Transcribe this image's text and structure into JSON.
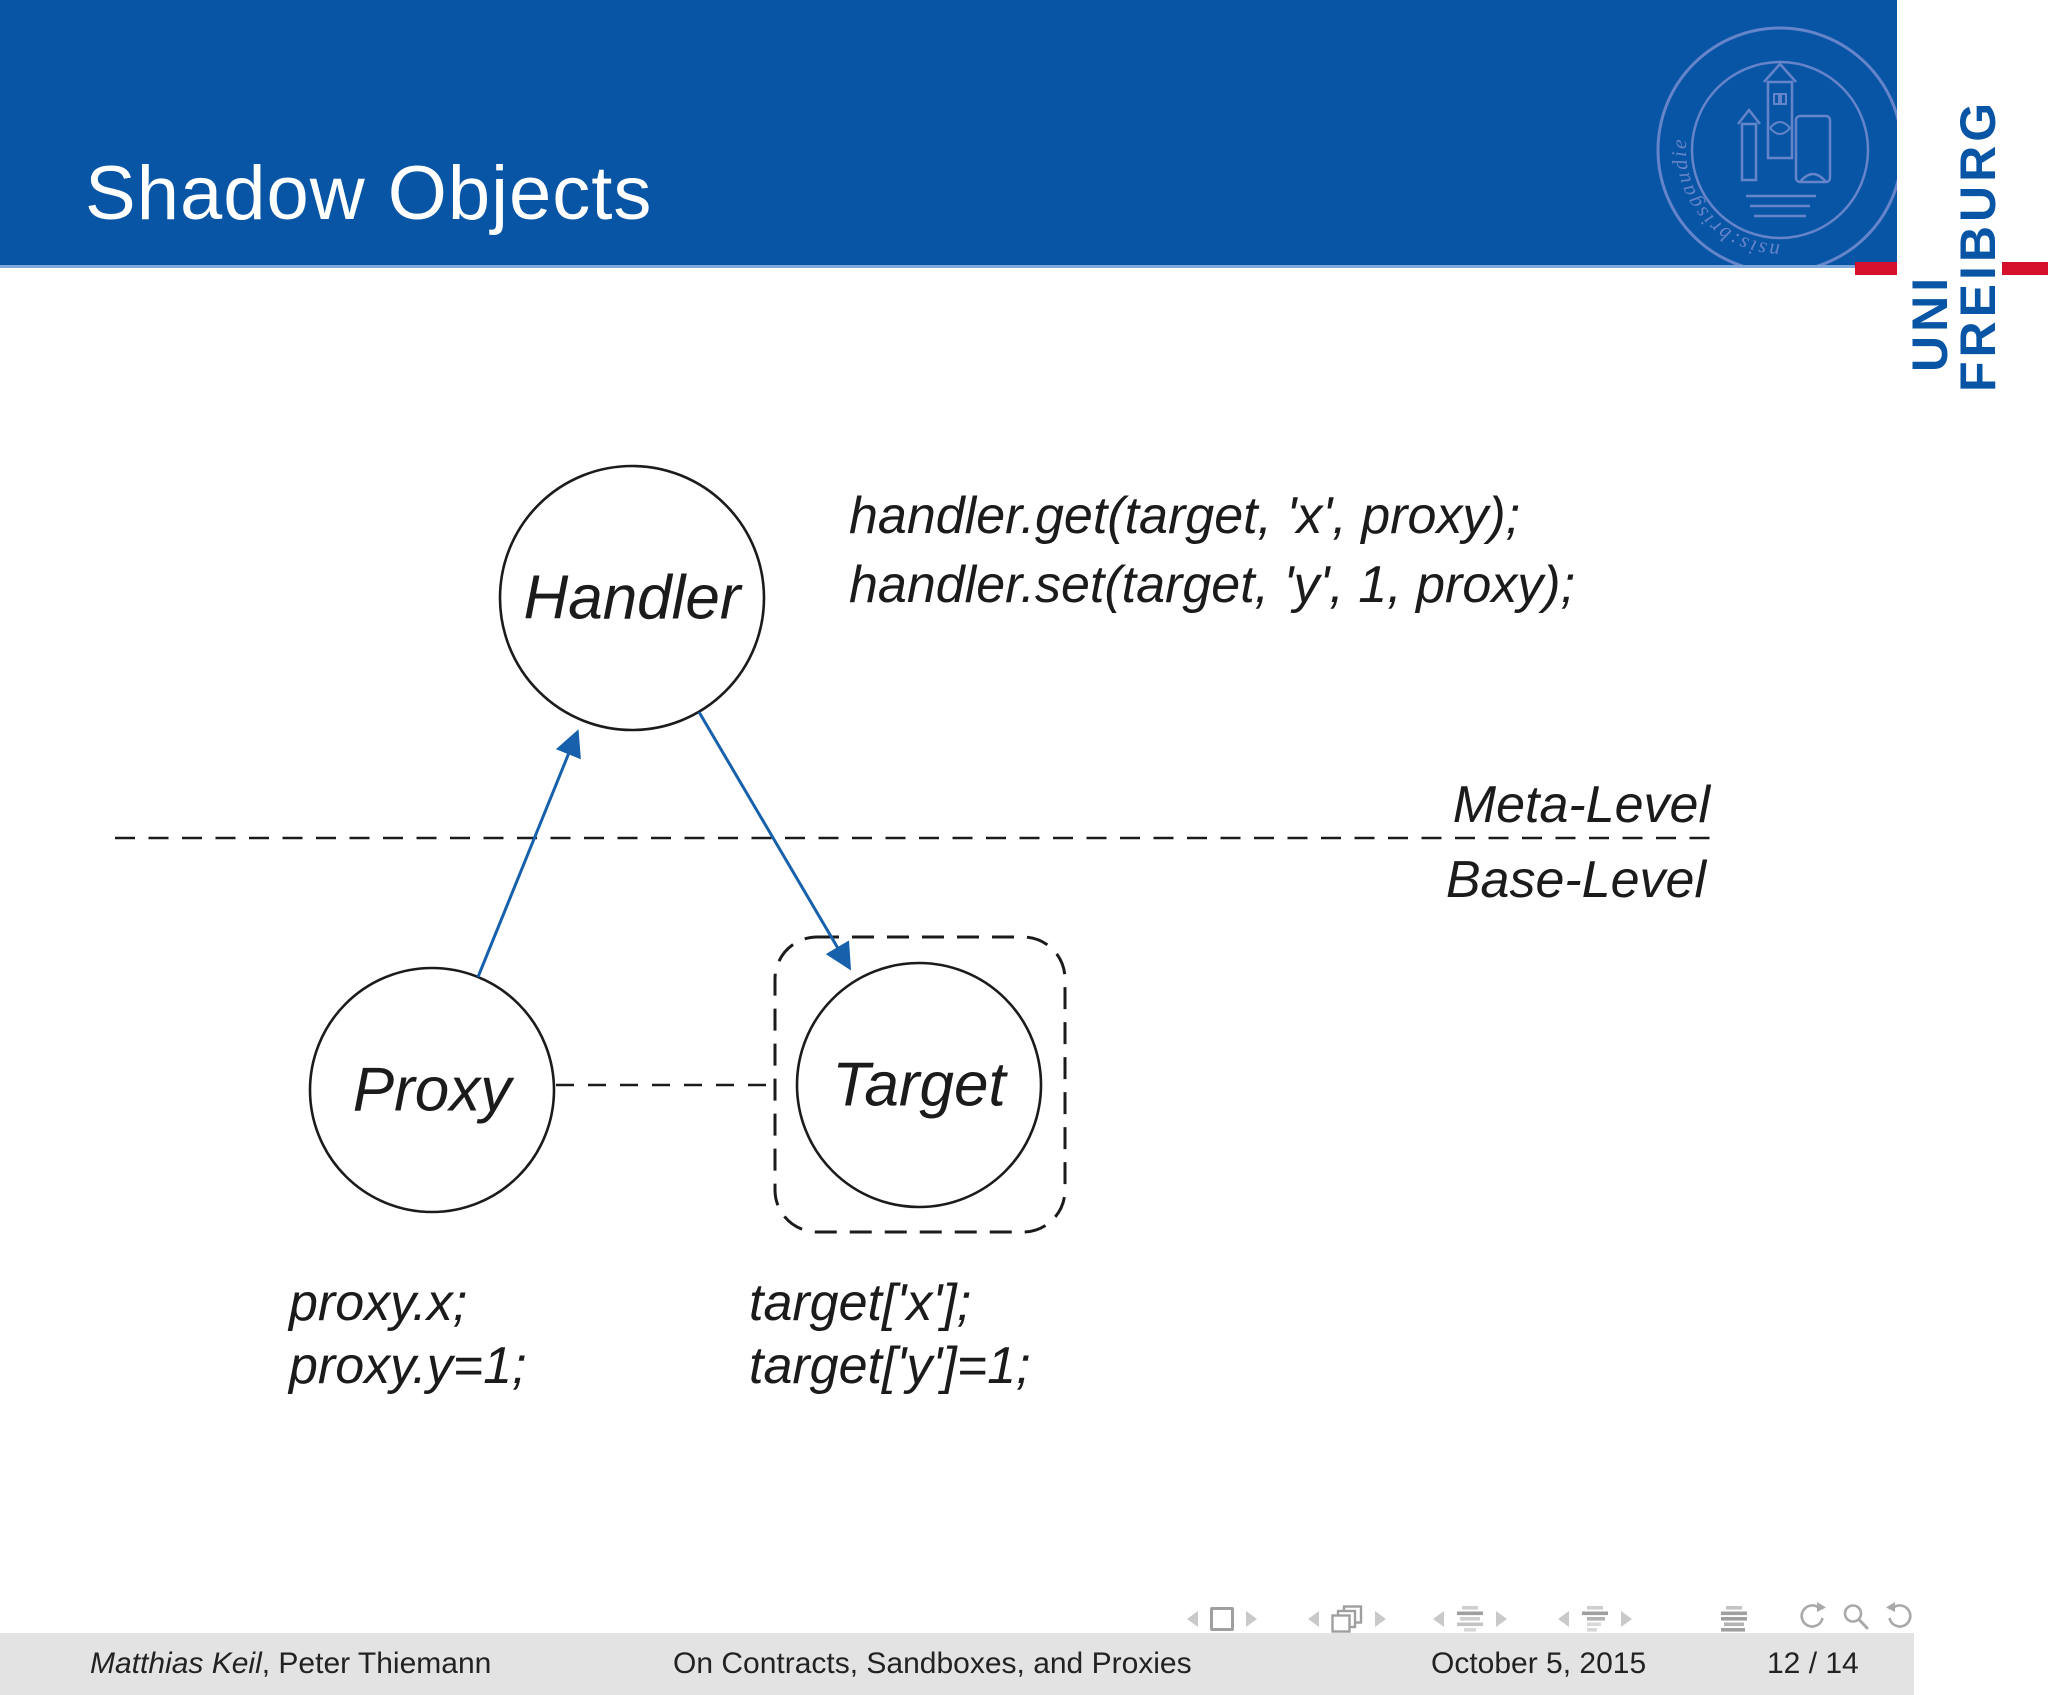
{
  "colors": {
    "header_blue": "#0855A6",
    "accent_red": "#D5102D",
    "arrow_blue": "#1660AC",
    "seal_blue": "#6584C9",
    "footer_bg": "#E3E3E3",
    "text_dark": "#1B1B1B",
    "nav_gray": "#ADADAD"
  },
  "header": {
    "title": "Shadow Objects"
  },
  "logo": {
    "line1": "UNI",
    "line2": "FREIBURG",
    "seal_text": "nsis:brisgaudie"
  },
  "diagram": {
    "handler_label": "Handler",
    "proxy_label": "Proxy",
    "target_label": "Target",
    "meta_label": "Meta-Level",
    "base_label": "Base-Level",
    "code_top": [
      "handler.get(target, 'x', proxy);",
      "handler.set(target, 'y', 1, proxy);"
    ],
    "code_proxy": [
      "proxy.x;",
      "proxy.y=1;"
    ],
    "code_target": [
      "target['x'];",
      "target['y']=1;"
    ]
  },
  "footer": {
    "author_italic": "Matthias Keil",
    "author_rest": ", Peter Thiemann",
    "talk_title": "On Contracts, Sandboxes, and Proxies",
    "date": "October 5, 2015",
    "page": "12 / 14"
  },
  "nav": {
    "icons": [
      "prev-slide",
      "slide",
      "next-slide",
      "prev-frame",
      "frame",
      "next-frame",
      "prev-section",
      "section",
      "next-section",
      "prev-subsection",
      "subsection",
      "next-subsection",
      "appendix",
      "undo",
      "search",
      "redo"
    ]
  }
}
